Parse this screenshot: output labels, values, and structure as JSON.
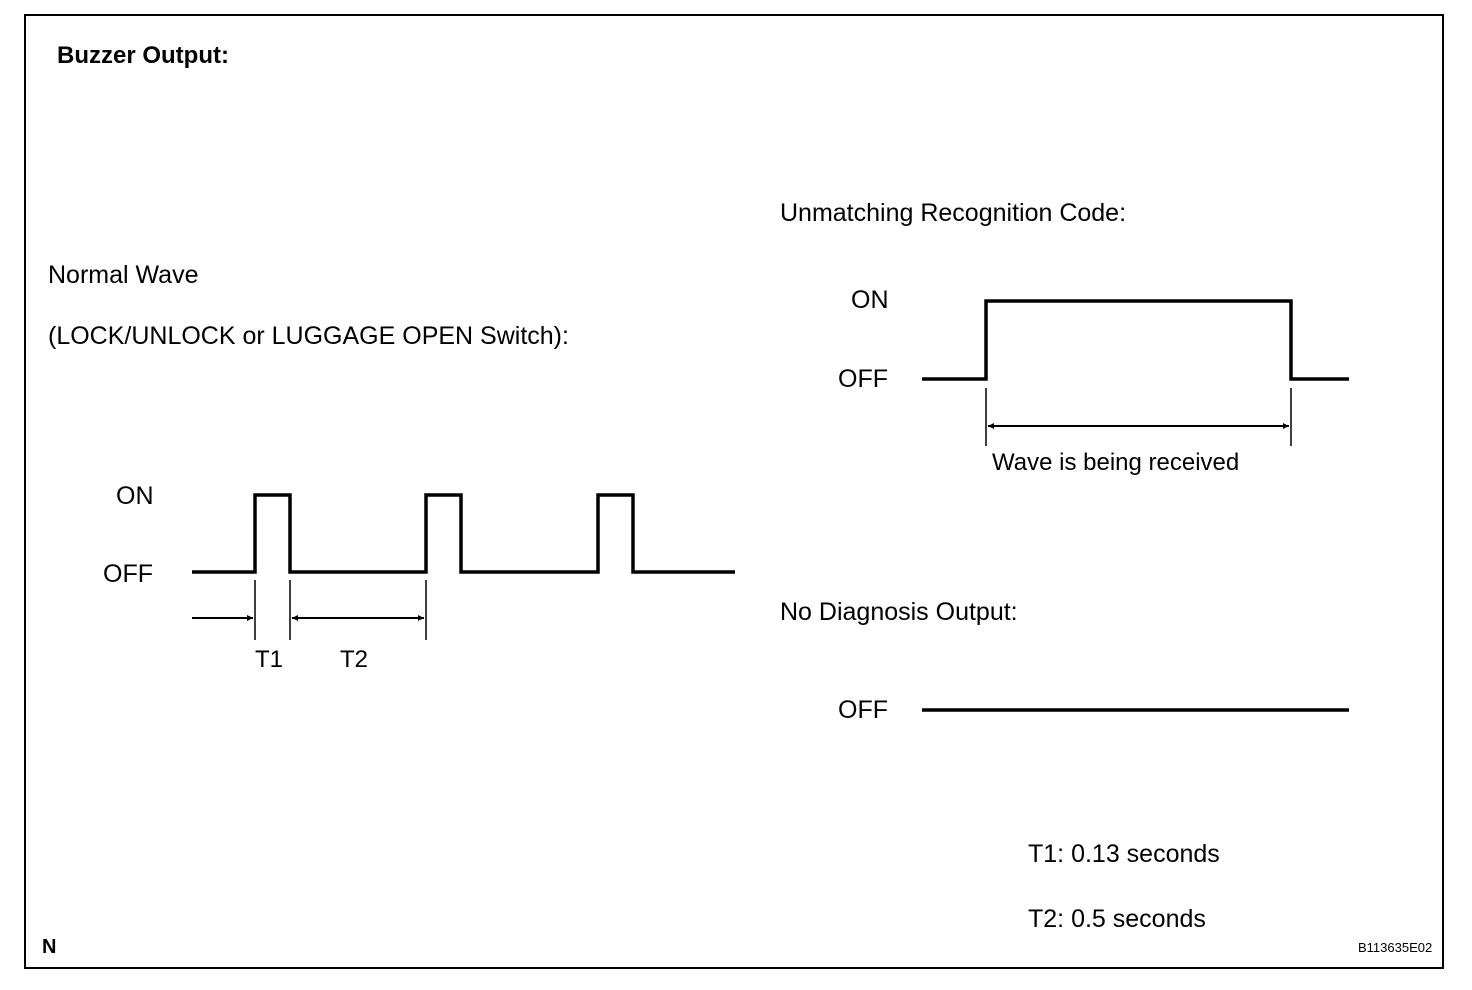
{
  "title": "Buzzer Output:",
  "normal_wave": {
    "heading_line1": "Normal Wave",
    "heading_line2": "(LOCK/UNLOCK or LUGGAGE OPEN Switch):",
    "on_label": "ON",
    "off_label": "OFF",
    "t1_label": "T1",
    "t2_label": "T2"
  },
  "unmatching": {
    "heading": "Unmatching Recognition Code:",
    "on_label": "ON",
    "off_label": "OFF",
    "span_label": "Wave is being received"
  },
  "no_diagnosis": {
    "heading": "No Diagnosis Output:",
    "off_label": "OFF"
  },
  "notes": {
    "t1": "T1: 0.13 seconds",
    "t2": "T2: 0.5 seconds"
  },
  "corner_mark": "N",
  "figure_code": "B113635E02"
}
